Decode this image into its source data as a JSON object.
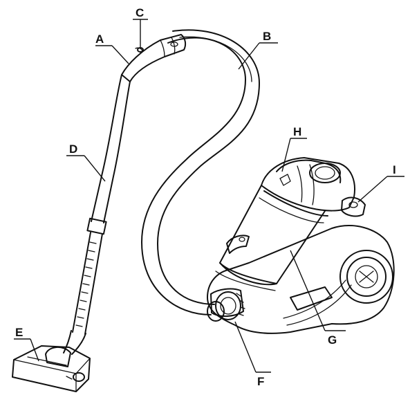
{
  "diagram": {
    "labels": {
      "A": "A",
      "B": "B",
      "C": "C",
      "D": "D",
      "E": "E",
      "F": "F",
      "G": "G",
      "H": "H",
      "I": "I"
    },
    "line_color": "#111111",
    "background": "#ffffff"
  }
}
